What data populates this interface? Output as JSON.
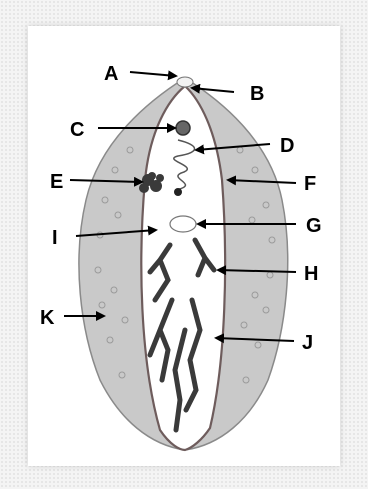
{
  "labels": {
    "A": "A",
    "B": "B",
    "C": "C",
    "D": "D",
    "E": "E",
    "F": "F",
    "G": "G",
    "H": "H",
    "I": "I",
    "J": "J",
    "K": "K"
  },
  "colors": {
    "body": "#c9c9c9",
    "outline": "#8a8a8a",
    "canal": "#6e5c5c",
    "gonad": "#3a3a3a",
    "vitelline": "#9a9a9a",
    "frame": "#e8e8e8",
    "arrow": "#000000"
  }
}
